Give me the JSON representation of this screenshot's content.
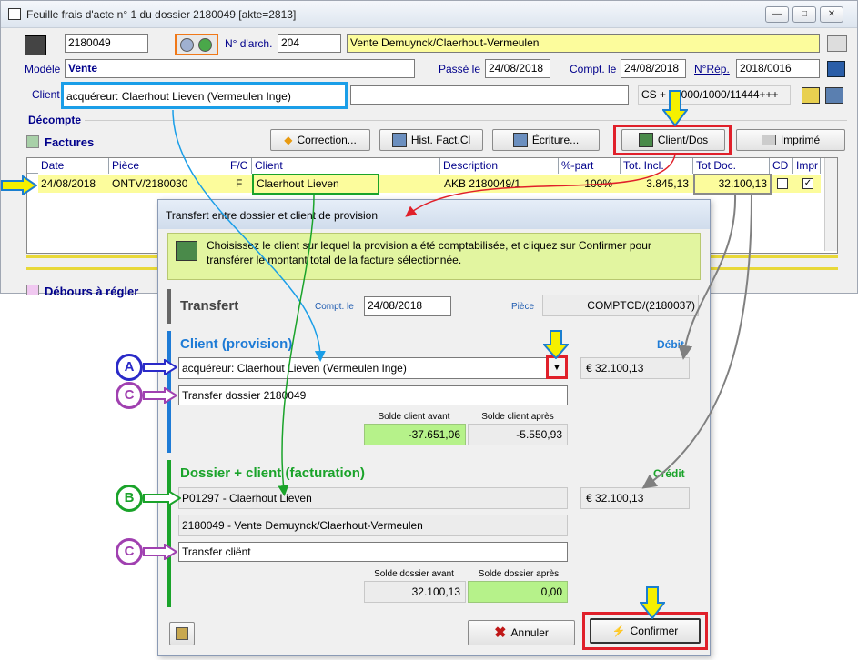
{
  "window": {
    "title": "Feuille frais d'acte n° 1 du dossier 2180049 [akte=2813]",
    "dossier_number": "2180049",
    "narch_label": "N° d'arch.",
    "narch_value": "204",
    "dossier_title": "Vente Demuynck/Claerhout-Vermeulen",
    "modele_label": "Modèle",
    "modele_value": "Vente",
    "passe_label": "Passé le",
    "passe_value": "24/08/2018",
    "compt_label": "Compt. le",
    "compt_value": "24/08/2018",
    "nrep_label": "N°Rép.",
    "nrep_value": "2018/0016",
    "client_label": "Client",
    "client_value": "acquéreur: Claerhout Lieven (Vermeulen Inge)",
    "cs_value": "CS + .../000/1000/11444+++",
    "decompte_label": "Décompte",
    "factures_label": "Factures",
    "debours_label": "Débours à régler"
  },
  "toolbar": {
    "correction": "Correction...",
    "hist": "Hist. Fact.Cl",
    "ecriture": "Écriture...",
    "client_dos": "Client/Dos",
    "imprime": "Imprimé"
  },
  "table": {
    "headers": [
      "Date",
      "Pièce",
      "F/C",
      "Client",
      "Description",
      "%-part",
      "Tot. Incl.",
      "Tot Doc.",
      "CD",
      "Impr"
    ],
    "row": {
      "date": "24/08/2018",
      "piece": "ONTV/2180030",
      "fc": "F",
      "client": "Claerhout Lieven",
      "description": "AKB 2180049/1",
      "part": "100%",
      "tot_incl": "3.845,13",
      "tot_doc": "32.100,13"
    }
  },
  "dialog": {
    "title": "Transfert entre dossier et client de provision",
    "info": "Choisissez le client sur lequel la provision a été comptabilisée, et cliquez sur Confirmer pour transférer le montant total de la facture sélectionnée.",
    "transfert_label": "Transfert",
    "compt_label": "Compt. le",
    "compt_value": "24/08/2018",
    "piece_label": "Pièce",
    "piece_value": "COMPTCD/(2180037)",
    "client_section": "Client (provision)",
    "debit_label": "Débit",
    "client_select": "acquéreur: Claerhout Lieven (Vermeulen Inge)",
    "debit_value": "€ 32.100,13",
    "client_comment": "Transfer dossier 2180049",
    "solde_avant_label": "Solde client avant",
    "solde_apres_label": "Solde client après",
    "solde_avant": "-37.651,06",
    "solde_apres": "-5.550,93",
    "dossier_section": "Dossier + client (facturation)",
    "credit_label": "Crédit",
    "dossier_client": "P01297 - Claerhout Lieven",
    "credit_value": "€ 32.100,13",
    "dossier_name": "2180049 - Vente Demuynck/Claerhout-Vermeulen",
    "dossier_comment": "Transfer cliënt",
    "dossier_avant_label": "Solde dossier avant",
    "dossier_apres_label": "Solde dossier après",
    "dossier_avant": "32.100,13",
    "dossier_apres": "0,00",
    "annuler": "Annuler",
    "confirmer": "Confirmer"
  },
  "markers": {
    "a": "A",
    "b": "B",
    "c": "C"
  },
  "colors": {
    "accent_blue": "#1e7bd6",
    "accent_green": "#1aa32a",
    "marker_purple": "#a040b0",
    "marker_red": "#e0202a",
    "marker_yellow": "#f5f000"
  }
}
